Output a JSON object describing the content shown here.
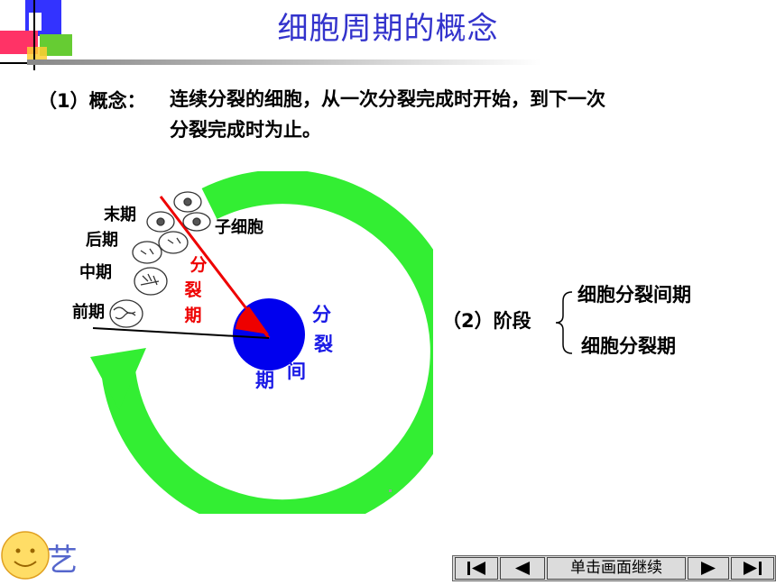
{
  "title": "细胞周期的概念",
  "concept": {
    "label": "（1）概念：",
    "line1": "连续分裂的细胞，从一次分裂完成时开始，到下一次",
    "line2": "分裂完成时为止。"
  },
  "diagram": {
    "phases": [
      "末期",
      "后期",
      "中期",
      "前期"
    ],
    "daughter_cell": "子细胞",
    "division_phase": [
      "分",
      "裂",
      "期"
    ],
    "interphase": [
      "分",
      "裂",
      "间",
      "期"
    ]
  },
  "stages": {
    "label": "（2）阶段",
    "items": [
      "细胞分裂间期",
      "细胞分裂期"
    ]
  },
  "nav": {
    "continue_label": "单击画面继续"
  },
  "colors": {
    "title": "#3333cc",
    "arrow": "#33ee33",
    "interphase": "#1a1ae6",
    "division": "#ee0000"
  },
  "logo_text": "艺"
}
